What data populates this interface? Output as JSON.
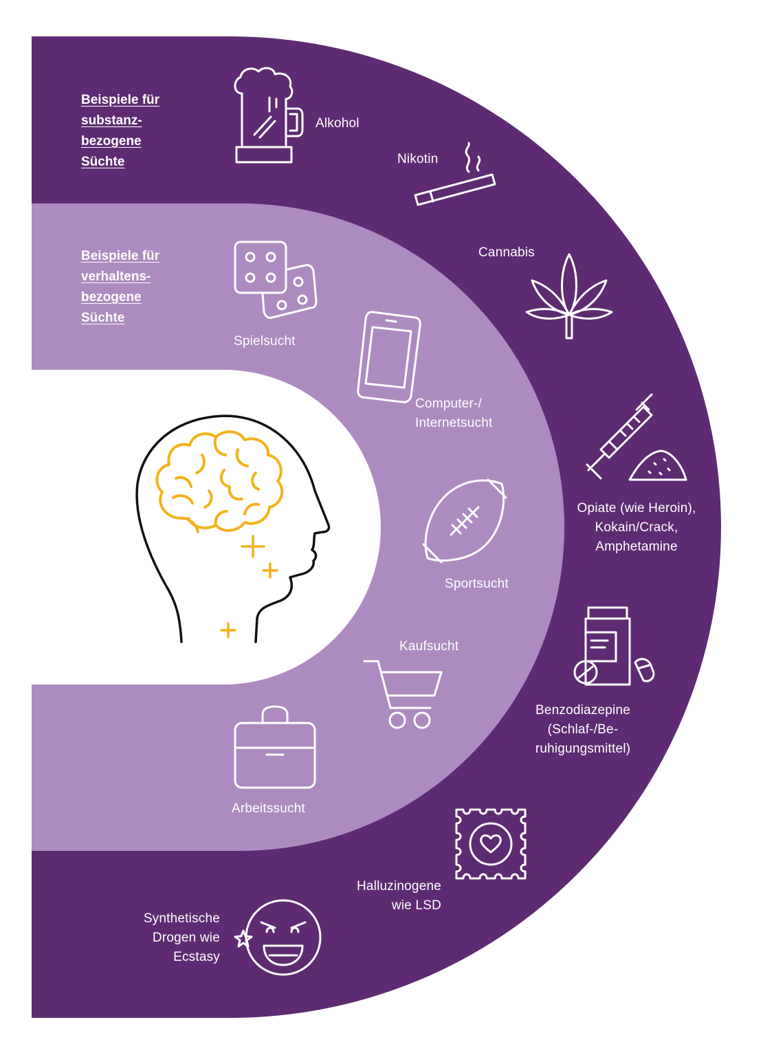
{
  "colors": {
    "dark_band": "#5e2b72",
    "light_band": "#ad8bc0",
    "center": "#ffffff",
    "brain": "#f2b21b",
    "head_outline": "#111111",
    "icon_stroke": "#ffffff"
  },
  "headings": {
    "substance": "Beispiele für\nsubstanz-\nbezogene\nSüchte",
    "behavior": "Beispiele für\nverhaltens-\nbezogene\nSüchte"
  },
  "substance_items": [
    {
      "id": "alkohol",
      "label": "Alkohol",
      "icon": "beer-mug-icon"
    },
    {
      "id": "nikotin",
      "label": "Nikotin",
      "icon": "cigarette-icon"
    },
    {
      "id": "cannabis",
      "label": "Cannabis",
      "icon": "cannabis-leaf-icon"
    },
    {
      "id": "opiate",
      "label": "Opiate (wie Heroin),\nKokain/Crack,\nAmphetamine",
      "icon": "syringe-powder-icon"
    },
    {
      "id": "benzo",
      "label": "Benzodiazepine\n(Schlaf-/Be-\nruhigungsmittel)",
      "icon": "pill-bottle-icon"
    },
    {
      "id": "lsd",
      "label": "Halluzinogene\nwie LSD",
      "icon": "lsd-stamp-icon"
    },
    {
      "id": "ecstasy",
      "label": "Synthetische\nDrogen wie\nEcstasy",
      "icon": "grinning-face-icon"
    }
  ],
  "behavior_items": [
    {
      "id": "spiel",
      "label": "Spielsucht",
      "icon": "dice-icon"
    },
    {
      "id": "computer",
      "label": "Computer-/\nInternetsucht",
      "icon": "smartphone-icon"
    },
    {
      "id": "sport",
      "label": "Sportsucht",
      "icon": "football-icon"
    },
    {
      "id": "kauf",
      "label": "Kaufsucht",
      "icon": "shopping-cart-icon"
    },
    {
      "id": "arbeit",
      "label": "Arbeitssucht",
      "icon": "briefcase-icon"
    }
  ],
  "center_icon": "head-brain-icon"
}
